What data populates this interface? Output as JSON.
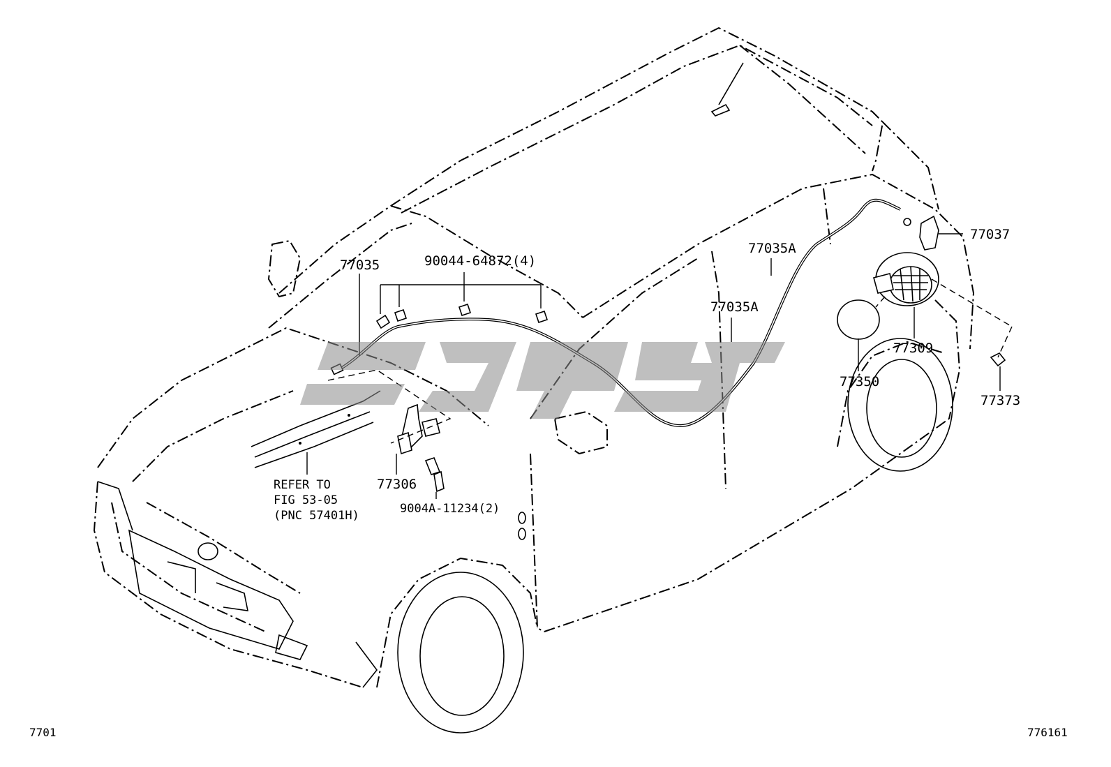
{
  "labels": {
    "p77035": "77035",
    "p90044": "90044-64872(4)",
    "p77035a_1": "77035A",
    "p77035a_2": "77035A",
    "p77037": "77037",
    "p77309": "77309",
    "p77350": "77350",
    "p77373": "77373",
    "p77306": "77306",
    "p9004a": "9004A-11234(2)",
    "refer_line1": "REFER TO",
    "refer_line2": "FIG 53-05",
    "refer_line3": "(PNC 57401H)"
  },
  "footer": {
    "left_code": "7701",
    "right_code": "776161"
  },
  "colors": {
    "line": "#000000",
    "background": "#ffffff",
    "watermark": "#8a8a8a"
  }
}
